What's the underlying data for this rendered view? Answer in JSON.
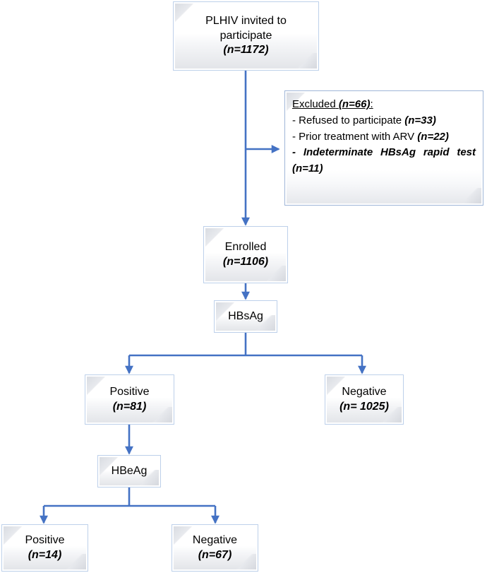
{
  "diagram": {
    "title": "PLHIV HBsAg / HBeAg screening flow chart",
    "colors": {
      "connector": "#4472C4",
      "box_border": "#bdd0ea",
      "excluded_border": "#9fb6d8",
      "text": "#000000"
    }
  },
  "nodes": {
    "invited": {
      "label": "PLHIV invited to",
      "label2": "participate",
      "count": "(n=1172)"
    },
    "excluded": {
      "heading": "Excluded",
      "heading_count": "(n=66)",
      "heading_colon": ":",
      "item1": "- Refused to participate",
      "item1_count": "(n=33)",
      "item2": "- Prior treatment with ARV",
      "item2_count": "(n=22)",
      "item3": "-  Indeterminate  HBsAg  rapid  test",
      "item3_count": "(n=11)"
    },
    "enrolled": {
      "label": "Enrolled",
      "count": "(n=1106)"
    },
    "hbsag": {
      "label": "HBsAg"
    },
    "hbsag_positive": {
      "label": "Positive",
      "count": "(n=81)"
    },
    "hbsag_negative": {
      "label": "Negative",
      "count": "(n= 1025)"
    },
    "hbeag": {
      "label": "HBeAg"
    },
    "hbeag_positive": {
      "label": "Positive",
      "count": "(n=14)"
    },
    "hbeag_negative": {
      "label": "Negative",
      "count": "(n=67)"
    }
  }
}
